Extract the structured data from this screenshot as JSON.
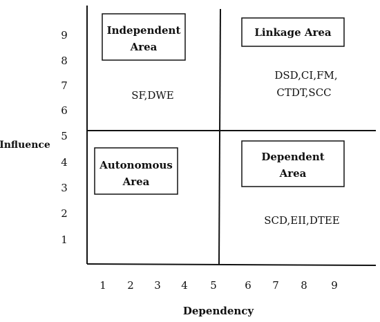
{
  "axes": {
    "y_title": "Influence",
    "x_title": "Dependency",
    "y_ticks": [
      "1",
      "2",
      "3",
      "4",
      "5",
      "6",
      "7",
      "8",
      "9"
    ],
    "x_ticks": [
      "1",
      "2",
      "3",
      "4",
      "5",
      "6",
      "7",
      "8",
      "9"
    ]
  },
  "quadrants": {
    "independent": {
      "title_line1": "Independent",
      "title_line2": "Area",
      "factors_line1": "SF,DWE",
      "factors_line2": ""
    },
    "linkage": {
      "title_line1": "Linkage Area",
      "title_line2": "",
      "factors_line1": "DSD,CI,FM,",
      "factors_line2": "CTDT,SCC"
    },
    "autonomous": {
      "title_line1": "Autonomous",
      "title_line2": "Area",
      "factors_line1": "",
      "factors_line2": ""
    },
    "dependent": {
      "title_line1": "Dependent",
      "title_line2": "Area",
      "factors_line1": "SCD,EII,DTEE",
      "factors_line2": ""
    }
  }
}
